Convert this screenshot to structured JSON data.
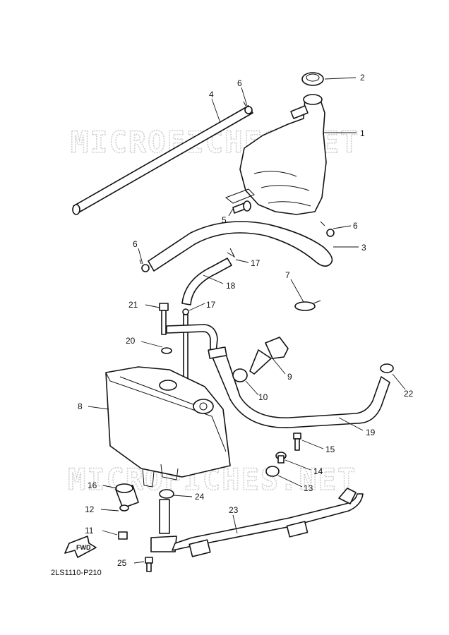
{
  "watermark": "MICROFICHES.NET",
  "diagram_code": "2LS1110-P210",
  "fwd_label": "FWD",
  "callouts": {
    "c1": "1",
    "c2": "2",
    "c3": "3",
    "c4": "4",
    "c5": "5",
    "c6a": "6",
    "c6b": "6",
    "c6c": "6",
    "c7": "7",
    "c8": "8",
    "c9": "9",
    "c10": "10",
    "c11": "11",
    "c12": "12",
    "c13": "13",
    "c14": "14",
    "c15": "15",
    "c16": "16",
    "c17a": "17",
    "c17b": "17",
    "c18": "18",
    "c19": "19",
    "c20": "20",
    "c21": "21",
    "c22": "22",
    "c23": "23",
    "c24": "24",
    "c25": "25"
  }
}
